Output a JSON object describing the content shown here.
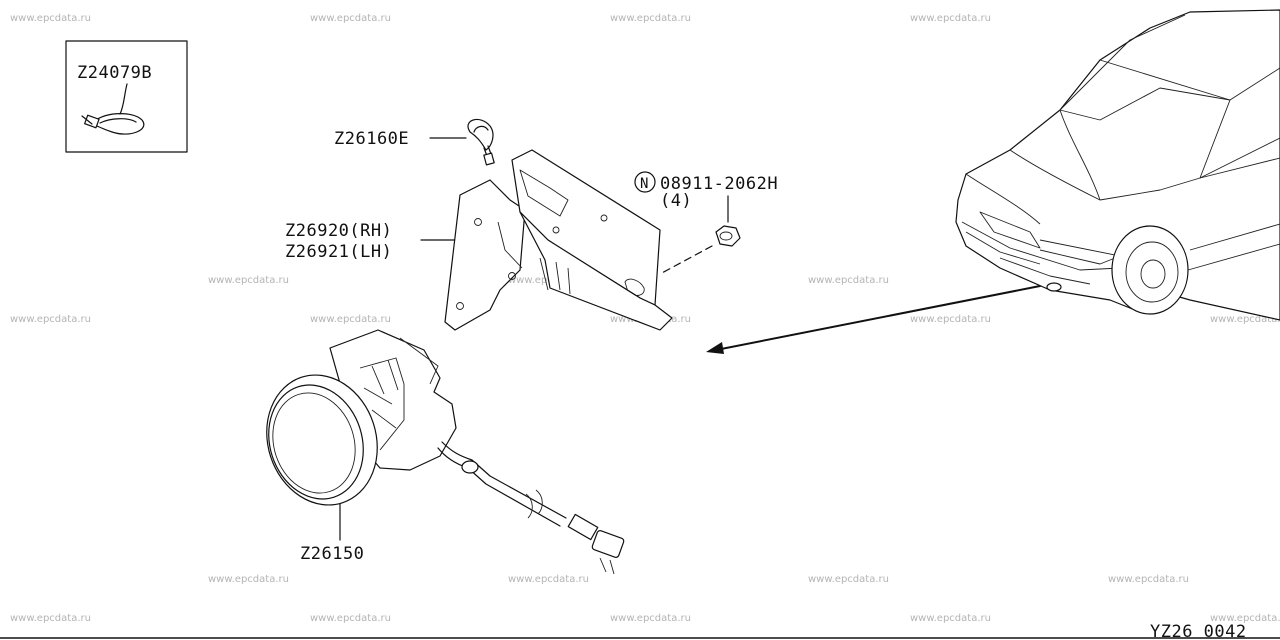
{
  "watermark": "www.epcdata.ru",
  "diagram_code": "YZ26 0042",
  "parts": {
    "tie_inset": "Z24079B",
    "clip": "Z26160E",
    "bracket_rh": "Z26920(RH)",
    "bracket_lh": "Z26921(LH)",
    "nut_symbol": "N",
    "nut": "08911-2062H",
    "nut_qty": "(4)",
    "fog_lamp": "Z26150"
  }
}
